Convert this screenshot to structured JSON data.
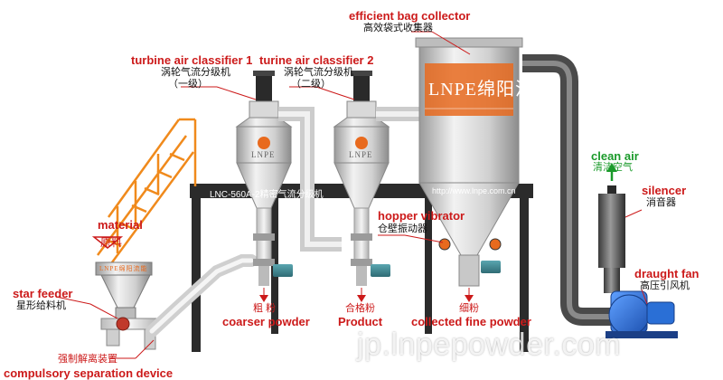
{
  "labels": {
    "bag_collector_en": "efficient bag collector",
    "bag_collector_cn": "高效袋式收集器",
    "classifier1_en": "turbine air classifier 1",
    "classifier1_cn": "涡轮气流分级机",
    "classifier1_stage": "（一级）",
    "classifier2_en": "turine air classifier 2",
    "classifier2_cn": "涡轮气流分级机",
    "classifier2_stage": "（二级）",
    "clean_air_en": "clean air",
    "clean_air_cn": "清洁空气",
    "silencer_en": "silencer",
    "silencer_cn": "消音器",
    "material_en": "material",
    "material_cn": "原料",
    "hopper_vibrator_en": "hopper vibrator",
    "hopper_vibrator_cn": "仓壁振动器",
    "draught_fan_en": "draught fan",
    "draught_fan_cn": "高压引风机",
    "star_feeder_en": "star feeder",
    "star_feeder_cn": "星形给料机",
    "coarse_cn": "粗 粉",
    "coarse_en": "coarser powder",
    "product_cn": "合格粉",
    "product_en": "Product",
    "fine_cn": "细粉",
    "fine_en": "collected fine powder",
    "separation_cn": "强制解离装置",
    "separation_en": "compulsory separation device"
  },
  "machine": {
    "beam_model": "LNC-560A-2精密气流分级机",
    "beam_url": "http://www.lnpe.com.cn",
    "collector_logo": "LNPE绵阳流能",
    "classifier_logo": "LNPE",
    "feeder_logo": "LNPE绵阳流能"
  },
  "watermark": "jp.lnpepowder.com",
  "colors": {
    "label_red": "#cc1a1a",
    "label_green": "#1a9a2a",
    "brand_orange": "#e86a1e",
    "frame_dark": "#2b2b2b",
    "fan_blue": "#2a6fd6",
    "stair_orange": "#f08a1c"
  }
}
